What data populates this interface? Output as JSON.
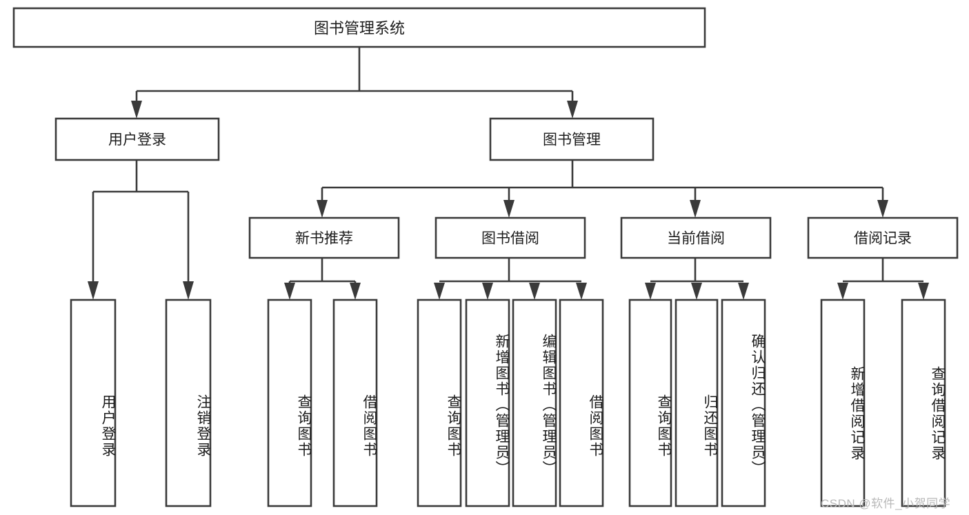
{
  "diagram": {
    "type": "tree",
    "title": "图书管理系统",
    "watermark": "CSDN @软件_小贺同学",
    "colors": {
      "stroke": "#3a3a3a",
      "fill": "#ffffff",
      "text": "#1c1c1c",
      "watermark": "#b9b9b9"
    },
    "levels": {
      "root": {
        "label": "图书管理系统"
      },
      "level2": [
        {
          "label": "用户登录"
        },
        {
          "label": "图书管理"
        }
      ],
      "level3": [
        {
          "label": "新书推荐"
        },
        {
          "label": "图书借阅"
        },
        {
          "label": "当前借阅"
        },
        {
          "label": "借阅记录"
        }
      ],
      "leaves": {
        "user_login": [
          {
            "label": "用户登录"
          },
          {
            "label": "注销登录"
          }
        ],
        "new_book_recommend": [
          {
            "label": "查询图书"
          },
          {
            "label": "借阅图书"
          }
        ],
        "book_borrow": [
          {
            "label": "查询图书"
          },
          {
            "label": "新增图书（管理员）"
          },
          {
            "label": "编辑图书（管理员）"
          },
          {
            "label": "借阅图书"
          }
        ],
        "current_borrow": [
          {
            "label": "查询图书"
          },
          {
            "label": "归还图书"
          },
          {
            "label": "确认归还（管理员）"
          }
        ],
        "borrow_record": [
          {
            "label": "新增借阅记录"
          },
          {
            "label": "查询借阅记录"
          }
        ]
      }
    }
  }
}
